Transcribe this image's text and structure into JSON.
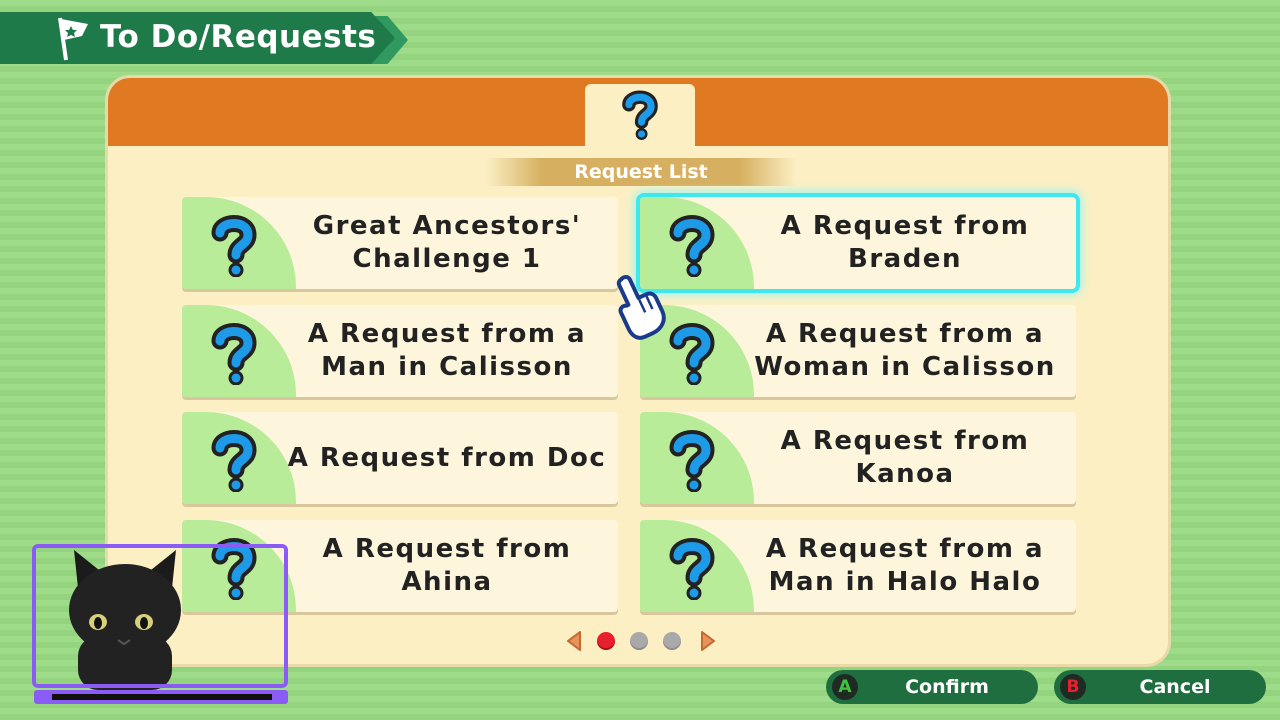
{
  "header": {
    "title": "To Do/Requests",
    "icon": "flag-icon"
  },
  "panel": {
    "tab_icon": "question-icon",
    "title": "Request List"
  },
  "requests": [
    {
      "label": "Great Ancestors'\nChallenge 1",
      "selected": false
    },
    {
      "label": "A Request from\nBraden",
      "selected": true
    },
    {
      "label": "A Request from a\nMan in Calisson",
      "selected": false
    },
    {
      "label": "A Request from a\nWoman in Calisson",
      "selected": false
    },
    {
      "label": "A Request from Doc",
      "selected": false
    },
    {
      "label": "A Request from\nKanoa",
      "selected": false
    },
    {
      "label": "A Request from\nAhina",
      "selected": false
    },
    {
      "label": "A Request from a\nMan in Halo Halo",
      "selected": false
    }
  ],
  "pager": {
    "pages": 3,
    "current": 1
  },
  "buttons": {
    "confirm": {
      "key": "A",
      "label": "Confirm"
    },
    "cancel": {
      "key": "B",
      "label": "Cancel"
    }
  },
  "colors": {
    "accent_orange": "#e07a22",
    "selection_cyan": "#3ee8ec",
    "question_blue": "#1e9be8",
    "key_a_green": "#3fc43f",
    "key_b_red": "#e8202e"
  }
}
